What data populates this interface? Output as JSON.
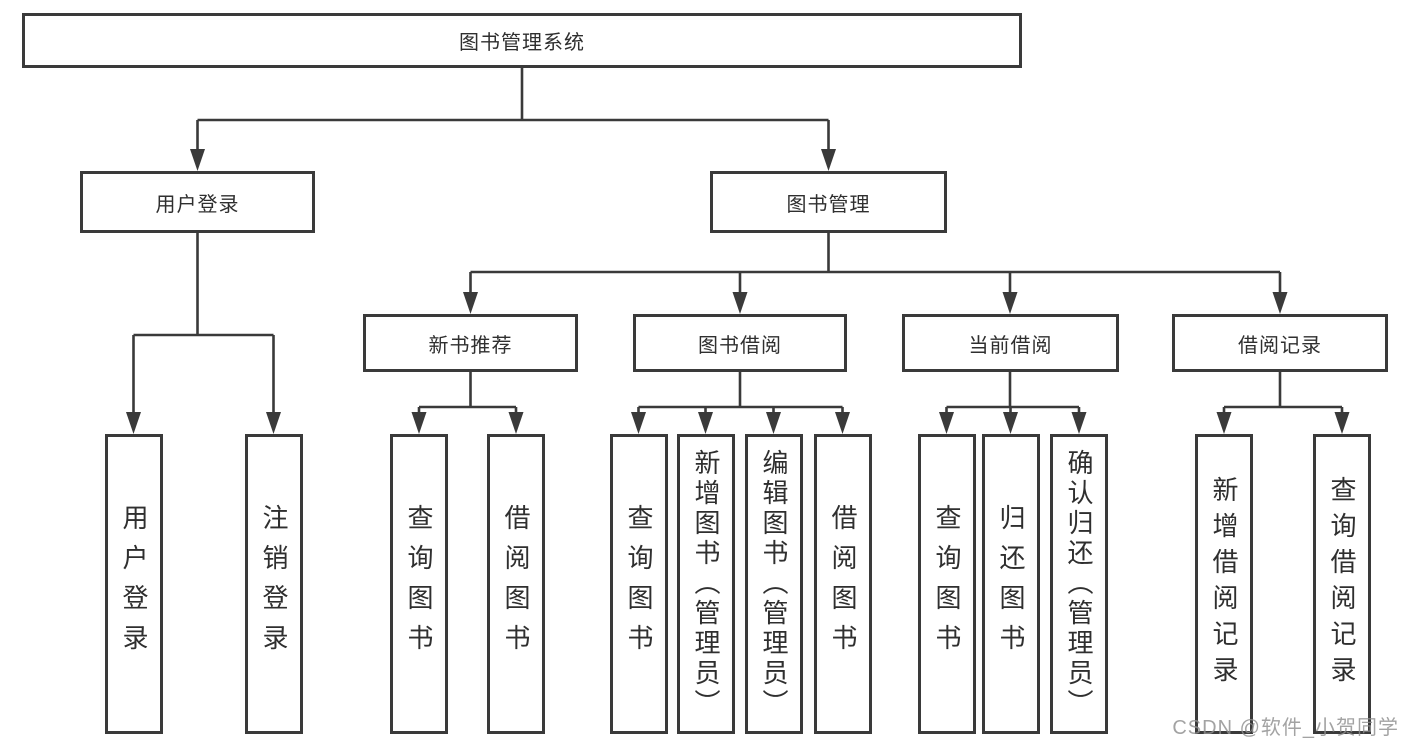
{
  "tree": {
    "root": "图书管理系统",
    "children": [
      {
        "label": "用户登录",
        "children": [
          "用户登录",
          "注销登录"
        ]
      },
      {
        "label": "图书管理",
        "children": [
          {
            "label": "新书推荐",
            "children": [
              "查询图书",
              "借阅图书"
            ]
          },
          {
            "label": "图书借阅",
            "children": [
              "查询图书",
              "新增图书（管理员）",
              "编辑图书（管理员）",
              "借阅图书"
            ]
          },
          {
            "label": "当前借阅",
            "children": [
              "查询图书",
              "归还图书",
              "确认归还（管理员）"
            ]
          },
          {
            "label": "借阅记录",
            "children": [
              "新增借阅记录",
              "查询借阅记录"
            ]
          }
        ]
      }
    ]
  },
  "watermark": "CSDN @软件_小贺同学",
  "colors": {
    "line": "#3a3a3a",
    "box_border": "#3a3a3a",
    "box_fill": "#ffffff",
    "text": "#2f2f2f",
    "watermark": "#8f8f8f",
    "background": "#ffffff"
  }
}
